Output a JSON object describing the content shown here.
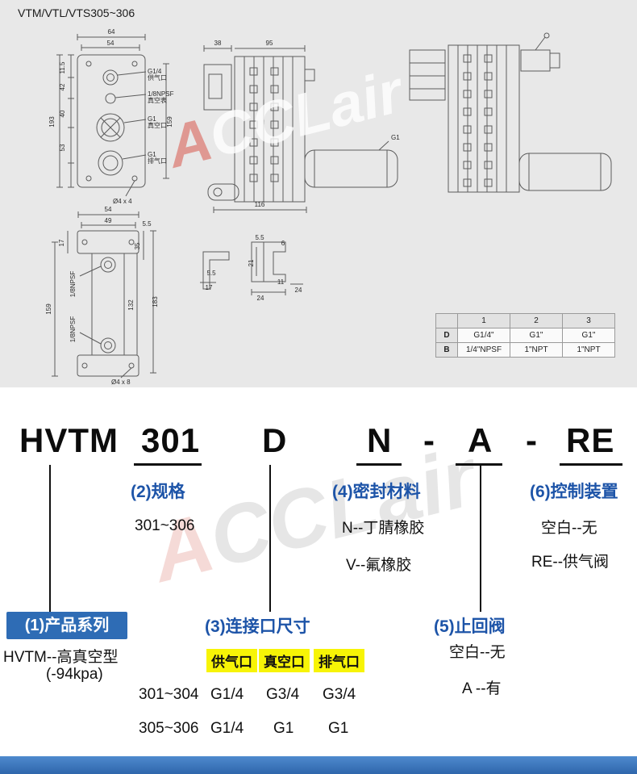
{
  "page": {
    "watermark_a": "A",
    "watermark_rest": "CCLair",
    "colors": {
      "accent_blue": "#1d54a8",
      "label_box_blue": "#2e6cb5",
      "footer_blue": "#3d7dc4",
      "highlight_yellow": "#f7f406",
      "drawing_bg": "#e8e8e8"
    }
  },
  "drawings": {
    "title": "VTM/VTL/VTS305~306",
    "front": {
      "w64": "64",
      "w54": "54",
      "d115": "11.5",
      "d42": "42",
      "d40": "40",
      "d53": "53",
      "h193": "193",
      "h159": "159",
      "holes": "Ø4 x 4",
      "port1a": "G1/4",
      "port1b": "供气口",
      "port2a": "1/8NPSF",
      "port2b": "真空表",
      "port3a": "G1",
      "port3b": "真空口",
      "port4a": "G1",
      "port4b": "排气口"
    },
    "side": {
      "w38": "38",
      "w95": "95",
      "w116": "116",
      "g1": "G1"
    },
    "bracket": {
      "w54": "54",
      "w49": "49",
      "w55": "5.5",
      "d17": "17",
      "d35": "35",
      "h159": "159",
      "h183": "183",
      "h132": "132",
      "port1": "1/8NPSF",
      "port2": "1/8NPSF",
      "holes": "Ø4 x 8"
    },
    "details": {
      "d55a": "5.5",
      "d6": "6",
      "d21": "21",
      "d55b": "5.5",
      "d17": "17",
      "d11": "11",
      "d24a": "24",
      "d24b": "24"
    }
  },
  "size_table": {
    "c1": "1",
    "c2": "2",
    "c3": "3",
    "r1": "D",
    "r1c1": "G1/4\"",
    "r1c2": "G1\"",
    "r1c3": "G1\"",
    "r2": "B",
    "r2c1": "1/4\"NPSF",
    "r2c2": "1\"NPT",
    "r2c3": "1\"NPT"
  },
  "model_code": {
    "p1": "HVTM",
    "p2": "301",
    "p3": "D",
    "p4": "N",
    "dash1": "-",
    "p5": "A",
    "dash2": "-",
    "p6": "RE"
  },
  "callouts": {
    "spec": {
      "title": "(2)规格",
      "item1": "301~306"
    },
    "seal": {
      "title": "(4)密封材料",
      "item1": "N--丁腈橡胶",
      "item2": "V--氟橡胶"
    },
    "control": {
      "title": "(6)控制装置",
      "item1": "空白--无",
      "item2": "RE--供气阀"
    },
    "series": {
      "title": "(1)产品系列",
      "item1": "HVTM--高真空型",
      "item2": "(-94kpa)"
    },
    "ports": {
      "title": "(3)连接口尺寸",
      "h1": "供气口",
      "h2": "真空口",
      "h3": "排气口",
      "r1label": "301~304",
      "r1c1": "G1/4",
      "r1c2": "G3/4",
      "r1c3": "G3/4",
      "r2label": "305~306",
      "r2c1": "G1/4",
      "r2c2": "G1",
      "r2c3": "G1"
    },
    "check": {
      "title": "(5)止回阀",
      "item1": "空白--无",
      "item2": "A --有"
    }
  }
}
